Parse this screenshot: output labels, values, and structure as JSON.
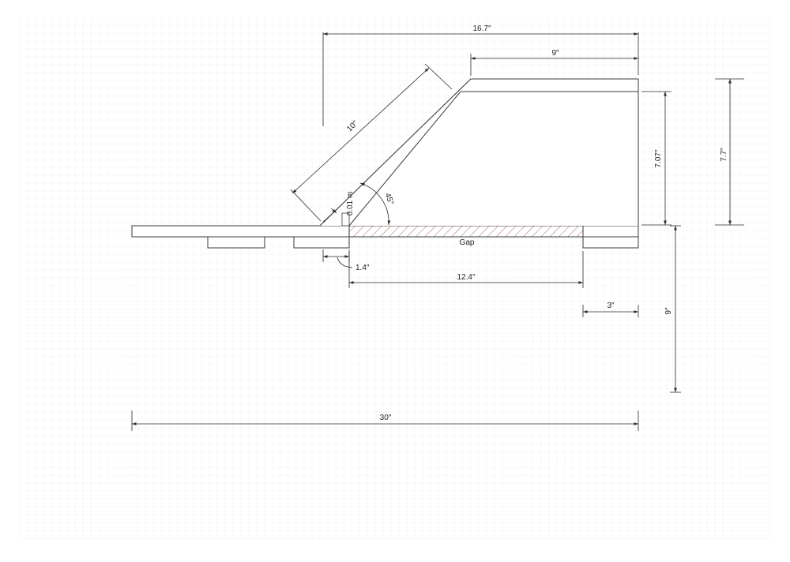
{
  "colors": {
    "background": "#ffffff",
    "grid": "#edf0f4",
    "line": "#3a3a3a",
    "hatch": "#a06a5a"
  },
  "labels": {
    "overall_top": "16.7″",
    "top_shelf": "9″",
    "ramp_length": "10″",
    "thickness": "0.01 m",
    "angle": "45°",
    "inner_height": "7.07″",
    "outer_height": "7.7″",
    "gap": "Gap",
    "offset": "1.4″",
    "gap_width": "12.4″",
    "right_block": "3″",
    "drop_height": "9″",
    "overall_width": "30″"
  }
}
